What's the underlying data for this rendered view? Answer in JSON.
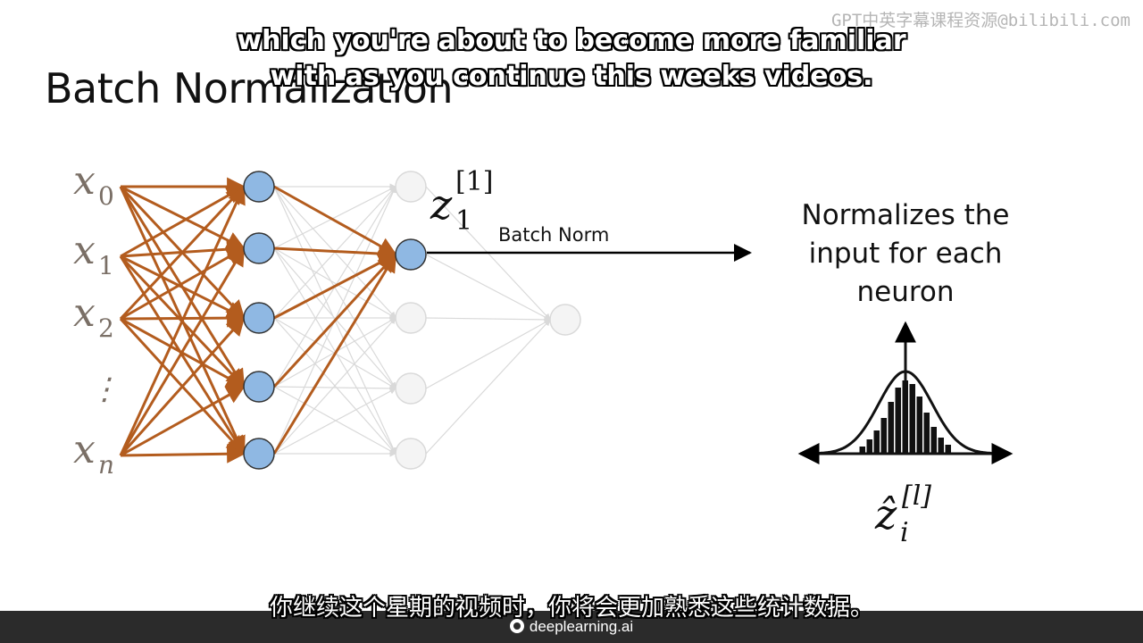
{
  "slide": {
    "title": "Batch Normalization",
    "annotation": "Normalizes the input for each neuron",
    "batch_norm_label": "Batch Norm",
    "inputs": [
      {
        "base": "x",
        "sub": "0"
      },
      {
        "base": "x",
        "sub": "1"
      },
      {
        "base": "x",
        "sub": "2"
      },
      {
        "base": "⋮",
        "sub": ""
      },
      {
        "base": "x",
        "sub": "n"
      }
    ],
    "z_label": {
      "base": "z",
      "sub": "1",
      "sup": "[1]"
    },
    "zhat_label": {
      "base": "ẑ",
      "sub": "i",
      "sup": "[l]"
    }
  },
  "subtitles": {
    "english_line1": "which you're about to become more familiar",
    "english_line2": "with as you continue this weeks videos.",
    "chinese": "你继续这个星期的视频时，你将会更加熟悉这些统计数据。"
  },
  "watermark": "GPT中英字幕课程资源@bilibili.com",
  "footer": {
    "brand": "deeplearning.ai"
  },
  "colors": {
    "arrow_orange": "#b35c1e",
    "node_blue": "#8fb8e3",
    "faded": "#d9d9d9",
    "footer_bg": "#2b2b2b"
  }
}
